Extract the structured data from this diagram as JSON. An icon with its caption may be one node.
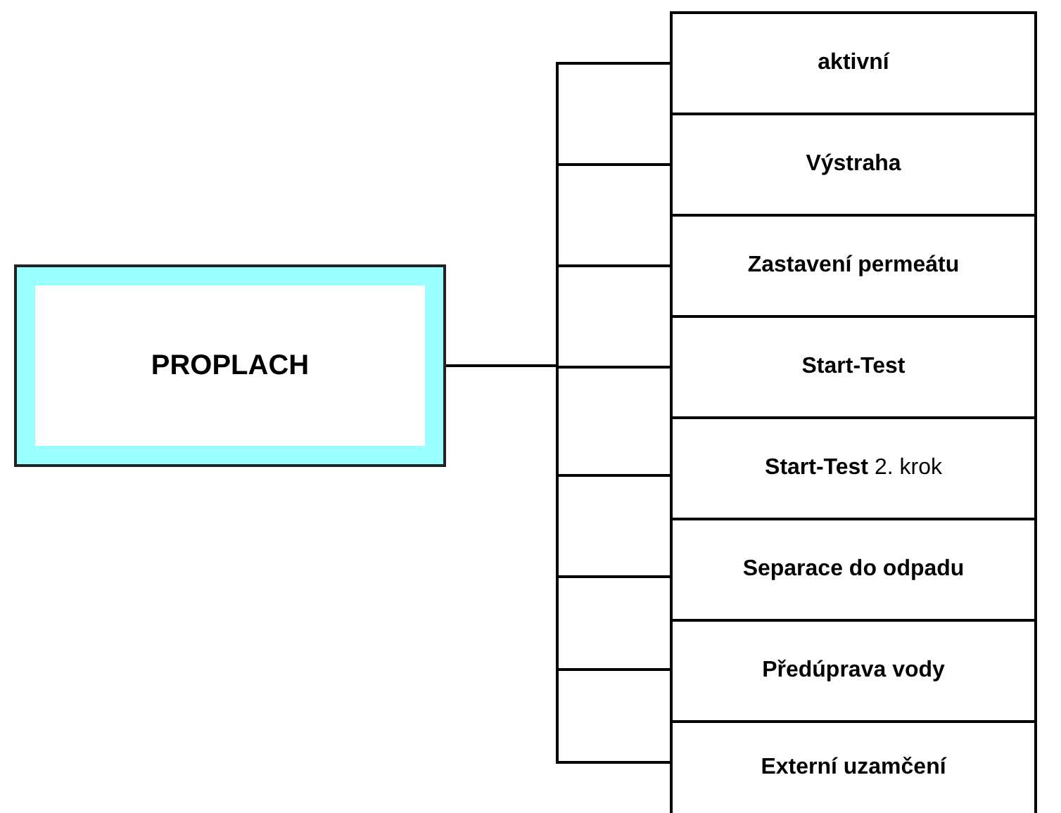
{
  "diagram": {
    "nodes": [
      {
        "text": [
          "PROPLACH"
        ]
      },
      {
        "text": [
          "aktivní"
        ]
      },
      {
        "text": [
          "Výstraha"
        ]
      },
      {
        "text": [
          "Zastavení permeátu"
        ]
      },
      {
        "text": [
          "Start-Test"
        ]
      },
      {
        "text": [
          "**Start-Test** 2. krok"
        ]
      },
      {
        "text": [
          "Separace do odpadu"
        ]
      },
      {
        "text": [
          "Předúprava vody"
        ]
      },
      {
        "text": [
          "Externí uzamčení"
        ]
      }
    ],
    "edges": [
      {
        "from": 0,
        "to": 1,
        "arrow": "none"
      },
      {
        "from": 0,
        "to": 2,
        "arrow": "none"
      },
      {
        "from": 0,
        "to": 3,
        "arrow": "none"
      },
      {
        "from": 0,
        "to": 4,
        "arrow": "none"
      },
      {
        "from": 0,
        "to": 5,
        "arrow": "none"
      },
      {
        "from": 0,
        "to": 6,
        "arrow": "none"
      },
      {
        "from": 0,
        "to": 7,
        "arrow": "none"
      },
      {
        "from": 0,
        "to": 8,
        "arrow": "none"
      }
    ]
  }
}
